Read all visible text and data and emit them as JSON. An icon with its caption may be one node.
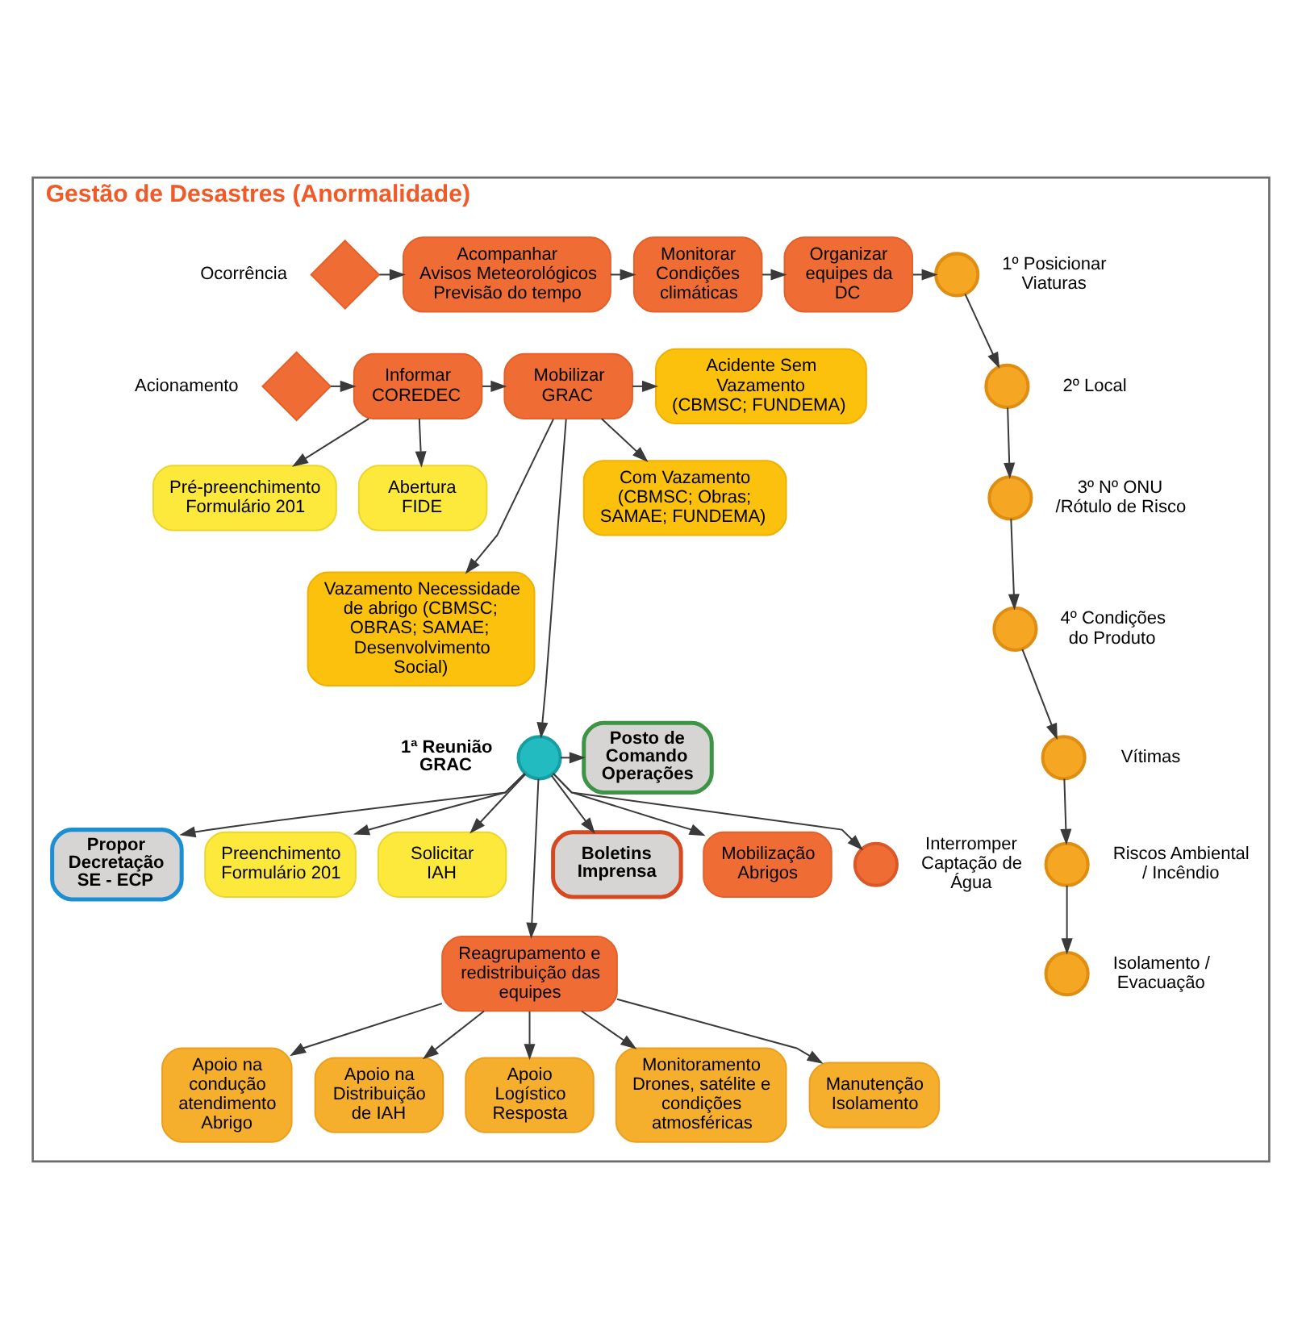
{
  "diagram": {
    "nodes": [
      {
        "text": [
          "Gestão de Desastres (Anormalidade)"
        ]
      },
      {
        "text": [],
        "shape": "diamond",
        "beside": [
          "Ocorrência"
        ],
        "in": 0
      },
      {
        "text": [
          "Acompanhar",
          "Avisos Meteorológicos Previsão do tempo"
        ],
        "in": 0
      },
      {
        "text": [
          "Monitorar",
          "Condições climáticas"
        ],
        "in": 0
      },
      {
        "text": [
          "Organizar equipes da DC"
        ],
        "in": 0
      },
      {
        "text": [],
        "shape": "circle",
        "beside": [
          "1º Posicionar Viaturas"
        ],
        "in": 0
      },
      {
        "text": [],
        "shape": "circle",
        "beside": [
          "2º Local"
        ],
        "in": 0
      },
      {
        "text": [],
        "shape": "circle",
        "beside": [
          "3º Nº ONU /Rótulo de Risco"
        ],
        "in": 0
      },
      {
        "text": [],
        "shape": "circle",
        "beside": [
          "4º Condições do Produto"
        ],
        "in": 0
      },
      {
        "text": [],
        "shape": "circle",
        "beside": [
          "Vítimas"
        ],
        "in": 0
      },
      {
        "text": [],
        "shape": "circle",
        "beside": [
          "Riscos Ambiental / Incêndio"
        ],
        "in": 0
      },
      {
        "text": [],
        "shape": "circle",
        "beside": [
          "Isolamento / Evacuação"
        ],
        "in": 0
      },
      {
        "text": [],
        "shape": "diamond",
        "beside": [
          "Acionamento"
        ],
        "in": 0
      },
      {
        "text": [
          "Informar",
          "COREDEC"
        ],
        "in": 0
      },
      {
        "text": [
          "Mobilizar GRAC"
        ],
        "in": 0
      },
      {
        "text": [
          "Acidente Sem Vazamento (CBMSC; FUNDEMA)"
        ],
        "in": 0
      },
      {
        "text": [
          "Com Vazamento (CBMSC; Obras; SAMAE; FUNDEMA)"
        ],
        "in": 0
      },
      {
        "text": [
          "Vazamento Necessidade de abrigo (CBMSC; OBRAS; SAMAE; Desenvolvimento Social)"
        ],
        "in": 0
      },
      {
        "text": [
          "Pré-preenchimento",
          "Formulário 201"
        ],
        "in": 0
      },
      {
        "text": [
          "Abertura",
          "FIDE"
        ],
        "in": 0
      },
      {
        "text": [
          "Posto de Comando Operações"
        ],
        "in": 0
      },
      {
        "text": [],
        "shape": "circle",
        "beside": [
          "1ª Reunião GRAC"
        ],
        "in": 0
      },
      {
        "text": [
          "Propor Decretação SE - ECP"
        ],
        "in": 0
      },
      {
        "text": [
          "Preenchimento",
          "Formulário 201"
        ],
        "in": 0
      },
      {
        "text": [
          "Solicitar",
          "IAH"
        ],
        "in": 0
      },
      {
        "text": [
          "Boletins Imprensa"
        ],
        "in": 0
      },
      {
        "text": [
          "Mobilização",
          "Abrigos"
        ],
        "in": 0
      },
      {
        "text": [],
        "shape": "circle",
        "beside": [
          "Interromper Captação de Água"
        ],
        "in": 0
      },
      {
        "text": [
          "Reagrupamento e",
          "redistribuição das equipes"
        ],
        "in": 0
      },
      {
        "text": [
          "Apoio na condução atendimento Abrigo"
        ],
        "in": 0
      },
      {
        "text": [
          "Apoio na Distribuição de IAH"
        ],
        "in": 0
      },
      {
        "text": [
          "Apoio Logístico Resposta"
        ],
        "in": 0
      },
      {
        "text": [
          "Monitoramento Drones, satélite e condições atmosféricas"
        ],
        "in": 0
      },
      {
        "text": [
          "Manutenção Isolamento"
        ],
        "in": 0
      }
    ],
    "edges": [
      {
        "from": 1,
        "to": 2,
        "arrow": "to"
      },
      {
        "from": 2,
        "to": 3,
        "arrow": "to"
      },
      {
        "from": 3,
        "to": 4,
        "arrow": "to"
      },
      {
        "from": 4,
        "to": 5,
        "arrow": "to"
      },
      {
        "from": 5,
        "to": 6,
        "arrow": "to"
      },
      {
        "from": 6,
        "to": 7,
        "arrow": "to"
      },
      {
        "from": 7,
        "to": 8,
        "arrow": "to"
      },
      {
        "from": 8,
        "to": 9,
        "arrow": "to"
      },
      {
        "from": 9,
        "to": 10,
        "arrow": "to"
      },
      {
        "from": 10,
        "to": 11,
        "arrow": "to"
      },
      {
        "from": 12,
        "to": 13,
        "arrow": "to"
      },
      {
        "from": 13,
        "to": 14,
        "arrow": "to"
      },
      {
        "from": 13,
        "to": 18,
        "arrow": "to"
      },
      {
        "from": 13,
        "to": 19,
        "arrow": "to"
      },
      {
        "from": 14,
        "to": 15,
        "arrow": "to"
      },
      {
        "from": 14,
        "to": 16,
        "arrow": "to"
      },
      {
        "from": 14,
        "to": 17,
        "arrow": "to"
      },
      {
        "from": 14,
        "to": 21,
        "arrow": "to"
      },
      {
        "from": 21,
        "to": 20,
        "arrow": "to"
      },
      {
        "from": 21,
        "to": 22,
        "arrow": "to"
      },
      {
        "from": 21,
        "to": 23,
        "arrow": "to"
      },
      {
        "from": 21,
        "to": 24,
        "arrow": "to"
      },
      {
        "from": 21,
        "to": 25,
        "arrow": "to"
      },
      {
        "from": 21,
        "to": 26,
        "arrow": "to"
      },
      {
        "from": 21,
        "to": 27,
        "arrow": "to"
      },
      {
        "from": 21,
        "to": 28,
        "arrow": "to"
      },
      {
        "from": 28,
        "to": 29,
        "arrow": "to"
      },
      {
        "from": 28,
        "to": 30,
        "arrow": "to"
      },
      {
        "from": 28,
        "to": 31,
        "arrow": "to"
      },
      {
        "from": 28,
        "to": 32,
        "arrow": "to"
      },
      {
        "from": 28,
        "to": 33,
        "arrow": "to"
      }
    ]
  }
}
